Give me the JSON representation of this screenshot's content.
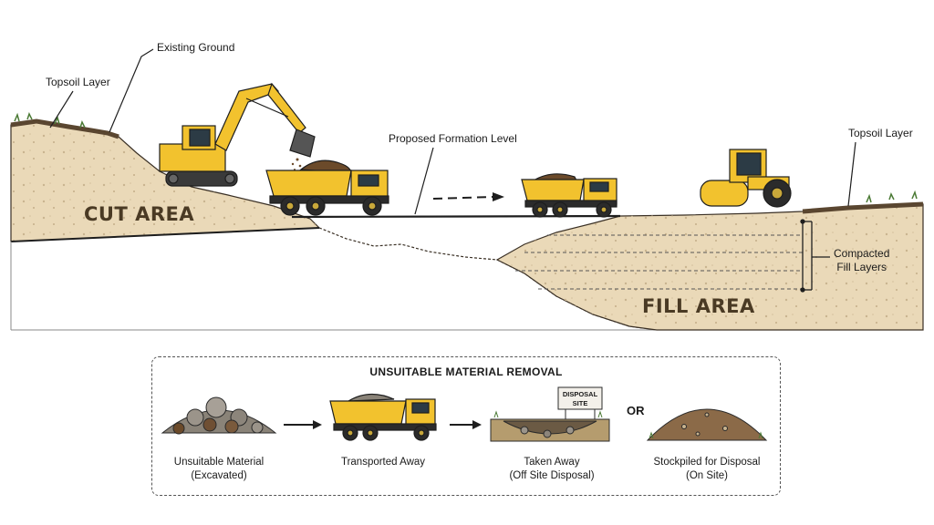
{
  "diagram": {
    "labels": {
      "existing_ground": "Existing Ground",
      "topsoil_left": "Topsoil Layer",
      "topsoil_right": "Topsoil Layer",
      "formation_level": "Proposed Formation Level",
      "compacted_line1": "Compacted",
      "compacted_line2": "Fill Layers",
      "cut_area": "CUT AREA",
      "fill_area": "FILL AREA"
    },
    "removal": {
      "title": "UNSUITABLE MATERIAL REMOVAL",
      "or_label": "OR",
      "sign_line1": "DISPOSAL",
      "sign_line2": "SITE",
      "steps": [
        {
          "line1": "Unsuitable Material",
          "line2": "(Excavated)"
        },
        {
          "line1": "Transported Away",
          "line2": ""
        },
        {
          "line1": "Taken Away",
          "line2": "(Off Site Disposal)"
        },
        {
          "line1": "Stockpiled for Disposal",
          "line2": "(On Site)"
        }
      ]
    },
    "colors": {
      "soil": "#ead9b8",
      "topsoil": "#5a4630",
      "machine_yellow": "#f2c22e",
      "outline": "#1e1e1e"
    }
  }
}
